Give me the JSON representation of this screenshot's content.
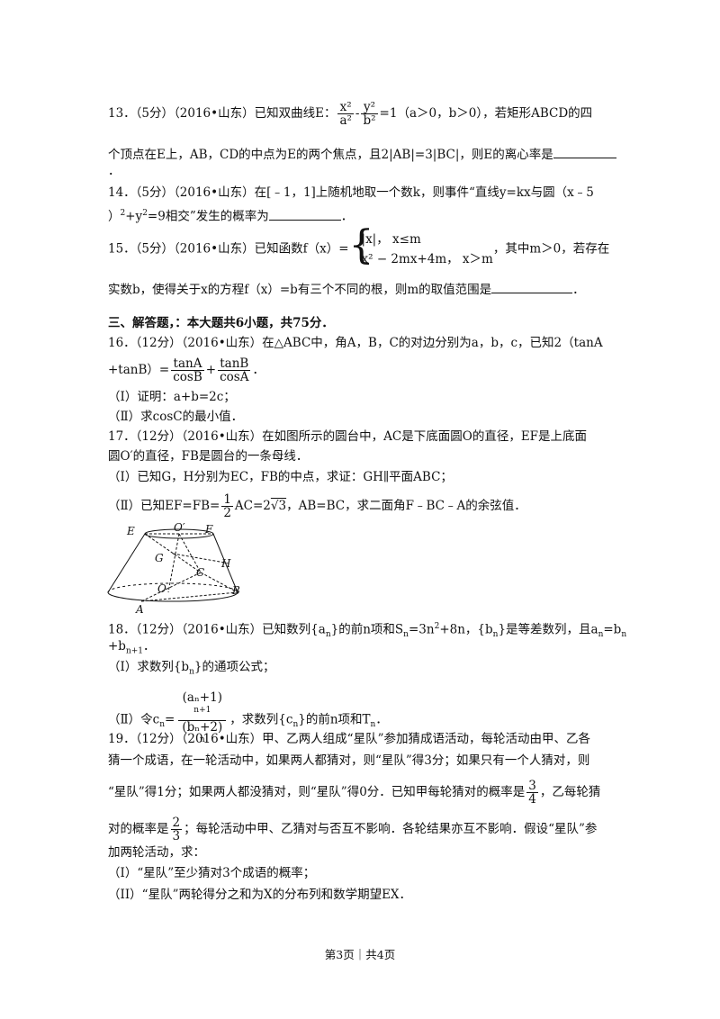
{
  "q13": {
    "prefix": "13．（5分）（2016•山东）已知双曲线E：",
    "frac1_num": "x²",
    "frac1_den": "a²",
    "minus": "-",
    "frac2_num": "y²",
    "frac2_den": "b²",
    "suffix": "=1（a＞0，b＞0），若矩形ABCD的四",
    "line2": "个顶点在E上，AB，CD的中点为E的两个焦点，且2|AB|=3|BC|，则E的离心率是",
    "line3": "．"
  },
  "q14": {
    "line1": "14．（5分）（2016•山东）在[﹣1，1]上随机地取一个数k，则事件“直线y=kx与圆（x﹣5",
    "line2a": "）",
    "line2b": "2",
    "line2c": "+y",
    "line2d": "2",
    "line2e": "=9相交”发生的概率为",
    "line2f": "．"
  },
  "q15": {
    "prefix": "15．（5分）（2016•山东）已知函数f（x）=",
    "case1": "|x|，   x≤m",
    "case2": "x² − 2mx+4m， x＞m",
    "suffix": "，其中m＞0，若存在",
    "line2": "实数b，使得关于x的方程f（x）=b有三个不同的根，则m的取值范围是",
    "line2_end": "．"
  },
  "section": "三、解答题，：本大题共6小题，共75分．",
  "q16": {
    "line1": "16．（12分）（2016•山东）在△ABC中，角A，B，C的对边分别为a，b，c，已知2（tanA",
    "line2_prefix": "+tanB）=",
    "f1_num": "tanA",
    "f1_den": "cosB",
    "plus": "+",
    "f2_num": "tanB",
    "f2_den": "cosA",
    "line2_end": "．",
    "p1": "（Ⅰ）证明：a+b=2c；",
    "p2": "（Ⅱ）求cosC的最小值．"
  },
  "q17": {
    "line1": "17．（12分）（2016•山东）在如图所示的圆台中，AC是下底面圆O的直径，EF是上底面",
    "line2": "圆O′的直径，FB是圆台的一条母线．",
    "p1": "（I）已知G，H分别为EC，FB的中点，求证：GH∥平面ABC；",
    "p2_prefix": "（Ⅱ）已知EF=FB=",
    "p2_num": "1",
    "p2_den": "2",
    "p2_mid": "AC=2",
    "p2_sqrt": "√3",
    "p2_end": "，AB=BC，求二面角F﹣BC﹣A的余弦值．",
    "fig": {
      "E": "E",
      "O1": "O′",
      "F": "F",
      "G": "G",
      "H": "H",
      "C": "C",
      "O": "O",
      "B": "B",
      "A": "A"
    }
  },
  "q18": {
    "line1_a": "18．（12分）（2016•山东）已知数列{a",
    "line1_b": "n",
    "line1_c": "}的前n项和S",
    "line1_d": "n",
    "line1_e": "=3n",
    "line1_f": "2",
    "line1_g": "+8n，{b",
    "line1_h": "n",
    "line1_i": "}是等差数列，且a",
    "line1_j": "n",
    "line1_k": "=b",
    "line1_l": "n",
    "line2_a": "+b",
    "line2_b": "n+1",
    "line2_c": "．",
    "p1_a": "（Ⅰ）求数列{b",
    "p1_b": "n",
    "p1_c": "}的通项公式；",
    "p2_a": "（Ⅱ）令c",
    "p2_b": "n",
    "p2_c": "=",
    "p2_num": "(aₙ+1)",
    "p2_num_sup": "n+1",
    "p2_den": "(bₙ+2)",
    "p2_den_sup": "n",
    "p2_d": "，求数列{c",
    "p2_e": "n",
    "p2_f": "}的前n项和T",
    "p2_g": "n",
    "p2_h": "．"
  },
  "q19": {
    "line1": "19．（12分）（2016•山东）甲、乙两人组成“星队”参加猜成语活动，每轮活动由甲、乙各",
    "line2": "猜一个成语，在一轮活动中，如果两人都猜对，则“星队”得3分；如果只有一个人猜对，则",
    "line3_prefix": "“星队”得1分；如果两人都没猜对，则“星队”得0分．已知甲每轮猜对的概率是",
    "line3_num": "3",
    "line3_den": "4",
    "line3_end": "，乙每轮猜",
    "line4_prefix": "对的概率是",
    "line4_num": "2",
    "line4_den": "3",
    "line4_end": "；每轮活动中甲、乙猜对与否互不影响．各轮结果亦互不影响．假设“星队”参",
    "line5": "加两轮活动，求：",
    "p1": "（I）“星队”至少猜对3个成语的概率；",
    "p2": "（II）“星队”两轮得分之和为X的分布列和数学期望EX．"
  },
  "footer": "第3页｜共4页"
}
